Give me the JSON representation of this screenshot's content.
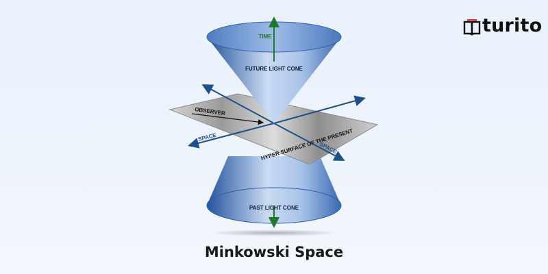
{
  "brand": {
    "name": "turito",
    "icon": "book-icon",
    "accent": "#e0282e"
  },
  "diagram": {
    "labels": {
      "time": "TIME",
      "future_cone": "FUTURE LIGHT CONE",
      "observer": "OBSERVER",
      "space_left": "SPACE",
      "hyper_surface": "HYPER SURFACE OF THE PRESENT",
      "space_right": "SPACE",
      "past_cone": "PAST LIGHT CONE"
    },
    "colors": {
      "cone_dark": "#2f5ea8",
      "cone_light": "#dbe7f7",
      "axis_blue": "#1f4f8a",
      "time_axis": "#1c7a2a",
      "plane": "#c9c9c9"
    }
  },
  "caption": "Minkowski Space"
}
